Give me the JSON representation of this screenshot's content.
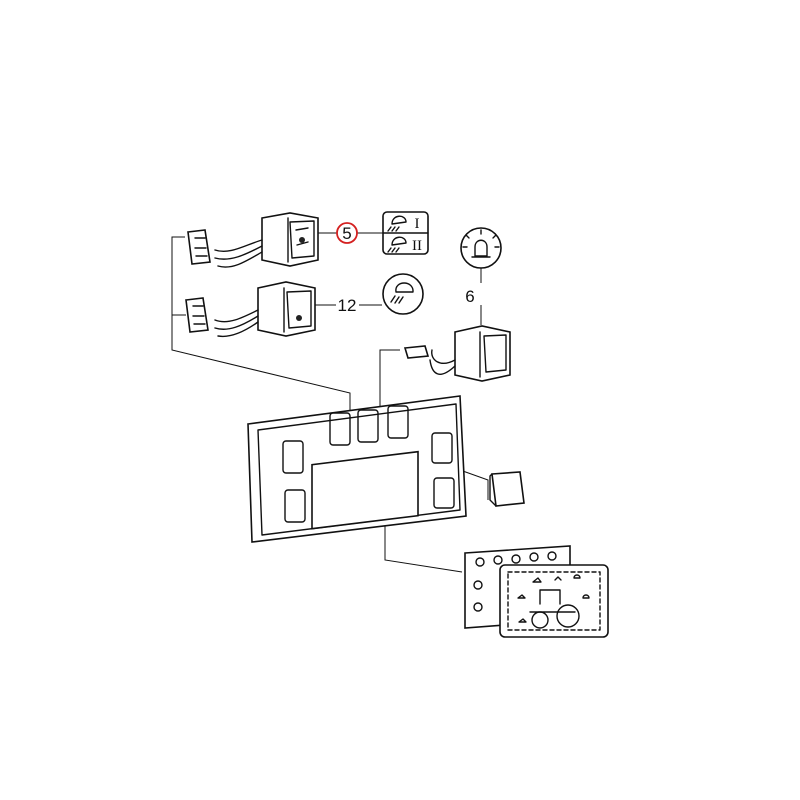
{
  "diagram": {
    "callouts": {
      "part5": "5",
      "part12": "12",
      "part6": "6"
    },
    "symbol_box": {
      "row1": "I",
      "row2": "II"
    },
    "colors": {
      "highlight": "#d42020",
      "ink": "#111111"
    }
  }
}
